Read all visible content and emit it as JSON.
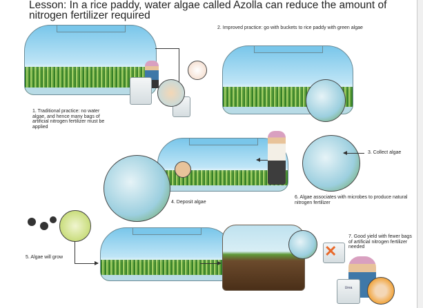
{
  "title": "Lesson: In a rice paddy, water algae called Azolla can reduce the amount of nitrogen fertilizer required",
  "steps": [
    {
      "caption": "1. Traditional practice: no water algae, and hence many bags of artificial nitrogen fertilizer must be applied"
    },
    {
      "caption": "2. Improved practice: go with buckets to rice paddy with green algae"
    },
    {
      "caption": "3. Collect algae"
    },
    {
      "caption": "4. Deposit algae"
    },
    {
      "caption": "5. Algae will grow"
    },
    {
      "caption": "6. Algae associates with microbes to produce natural nitrogen fertilizer"
    },
    {
      "caption": "7. Good yield with fewer bags of artificial nitrogen fertilizer needed"
    }
  ],
  "bag_label": "Urea",
  "colors": {
    "sky": "#79c6ea",
    "rice": "#3f8a2c",
    "soil": "#4a2f18",
    "cross": "#e8692a"
  }
}
